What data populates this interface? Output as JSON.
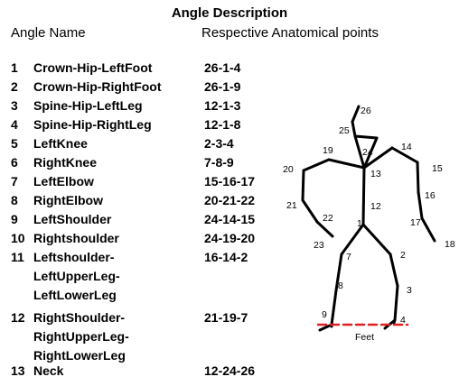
{
  "title": "Angle Description",
  "headers": {
    "name": "Angle Name",
    "points": "Respective Anatomical points"
  },
  "angles": [
    {
      "num": "1",
      "lines": [
        "Crown-Hip-LeftFoot"
      ],
      "points": "26-1-4"
    },
    {
      "num": "2",
      "lines": [
        "Crown-Hip-RightFoot"
      ],
      "points": "26-1-9"
    },
    {
      "num": "3",
      "lines": [
        "Spine-Hip-LeftLeg"
      ],
      "points": "12-1-3"
    },
    {
      "num": "4",
      "lines": [
        "Spine-Hip-RightLeg"
      ],
      "points": "12-1-8"
    },
    {
      "num": "5",
      "lines": [
        "LeftKnee"
      ],
      "points": "2-3-4"
    },
    {
      "num": "6",
      "lines": [
        "RightKnee"
      ],
      "points": "7-8-9"
    },
    {
      "num": "7",
      "lines": [
        "LeftElbow"
      ],
      "points": "15-16-17"
    },
    {
      "num": "8",
      "lines": [
        "RightElbow"
      ],
      "points": "20-21-22"
    },
    {
      "num": "9",
      "lines": [
        "LeftShoulder"
      ],
      "points": "24-14-15"
    },
    {
      "num": "10",
      "lines": [
        "Rightshoulder"
      ],
      "points": "24-19-20"
    },
    {
      "num": "11",
      "lines": [
        "Leftshoulder-",
        "LeftUpperLeg-",
        "LeftLowerLeg"
      ],
      "points": "16-14-2"
    },
    {
      "num": "12",
      "lines": [
        "RightShoulder-",
        "RightUpperLeg-",
        "RightLowerLeg"
      ],
      "points": "21-19-7"
    },
    {
      "num": "13",
      "lines": [
        "Neck"
      ],
      "points": "12-24-26"
    }
  ],
  "diagram": {
    "point_labels": [
      "1",
      "2",
      "3",
      "4",
      "7",
      "8",
      "9",
      "12",
      "13",
      "14",
      "15",
      "16",
      "17",
      "18",
      "19",
      "20",
      "21",
      "22",
      "23",
      "24",
      "25",
      "26"
    ],
    "feet_label": "Feet",
    "line_color": "#000000",
    "feet_line_color": "#e02020"
  }
}
